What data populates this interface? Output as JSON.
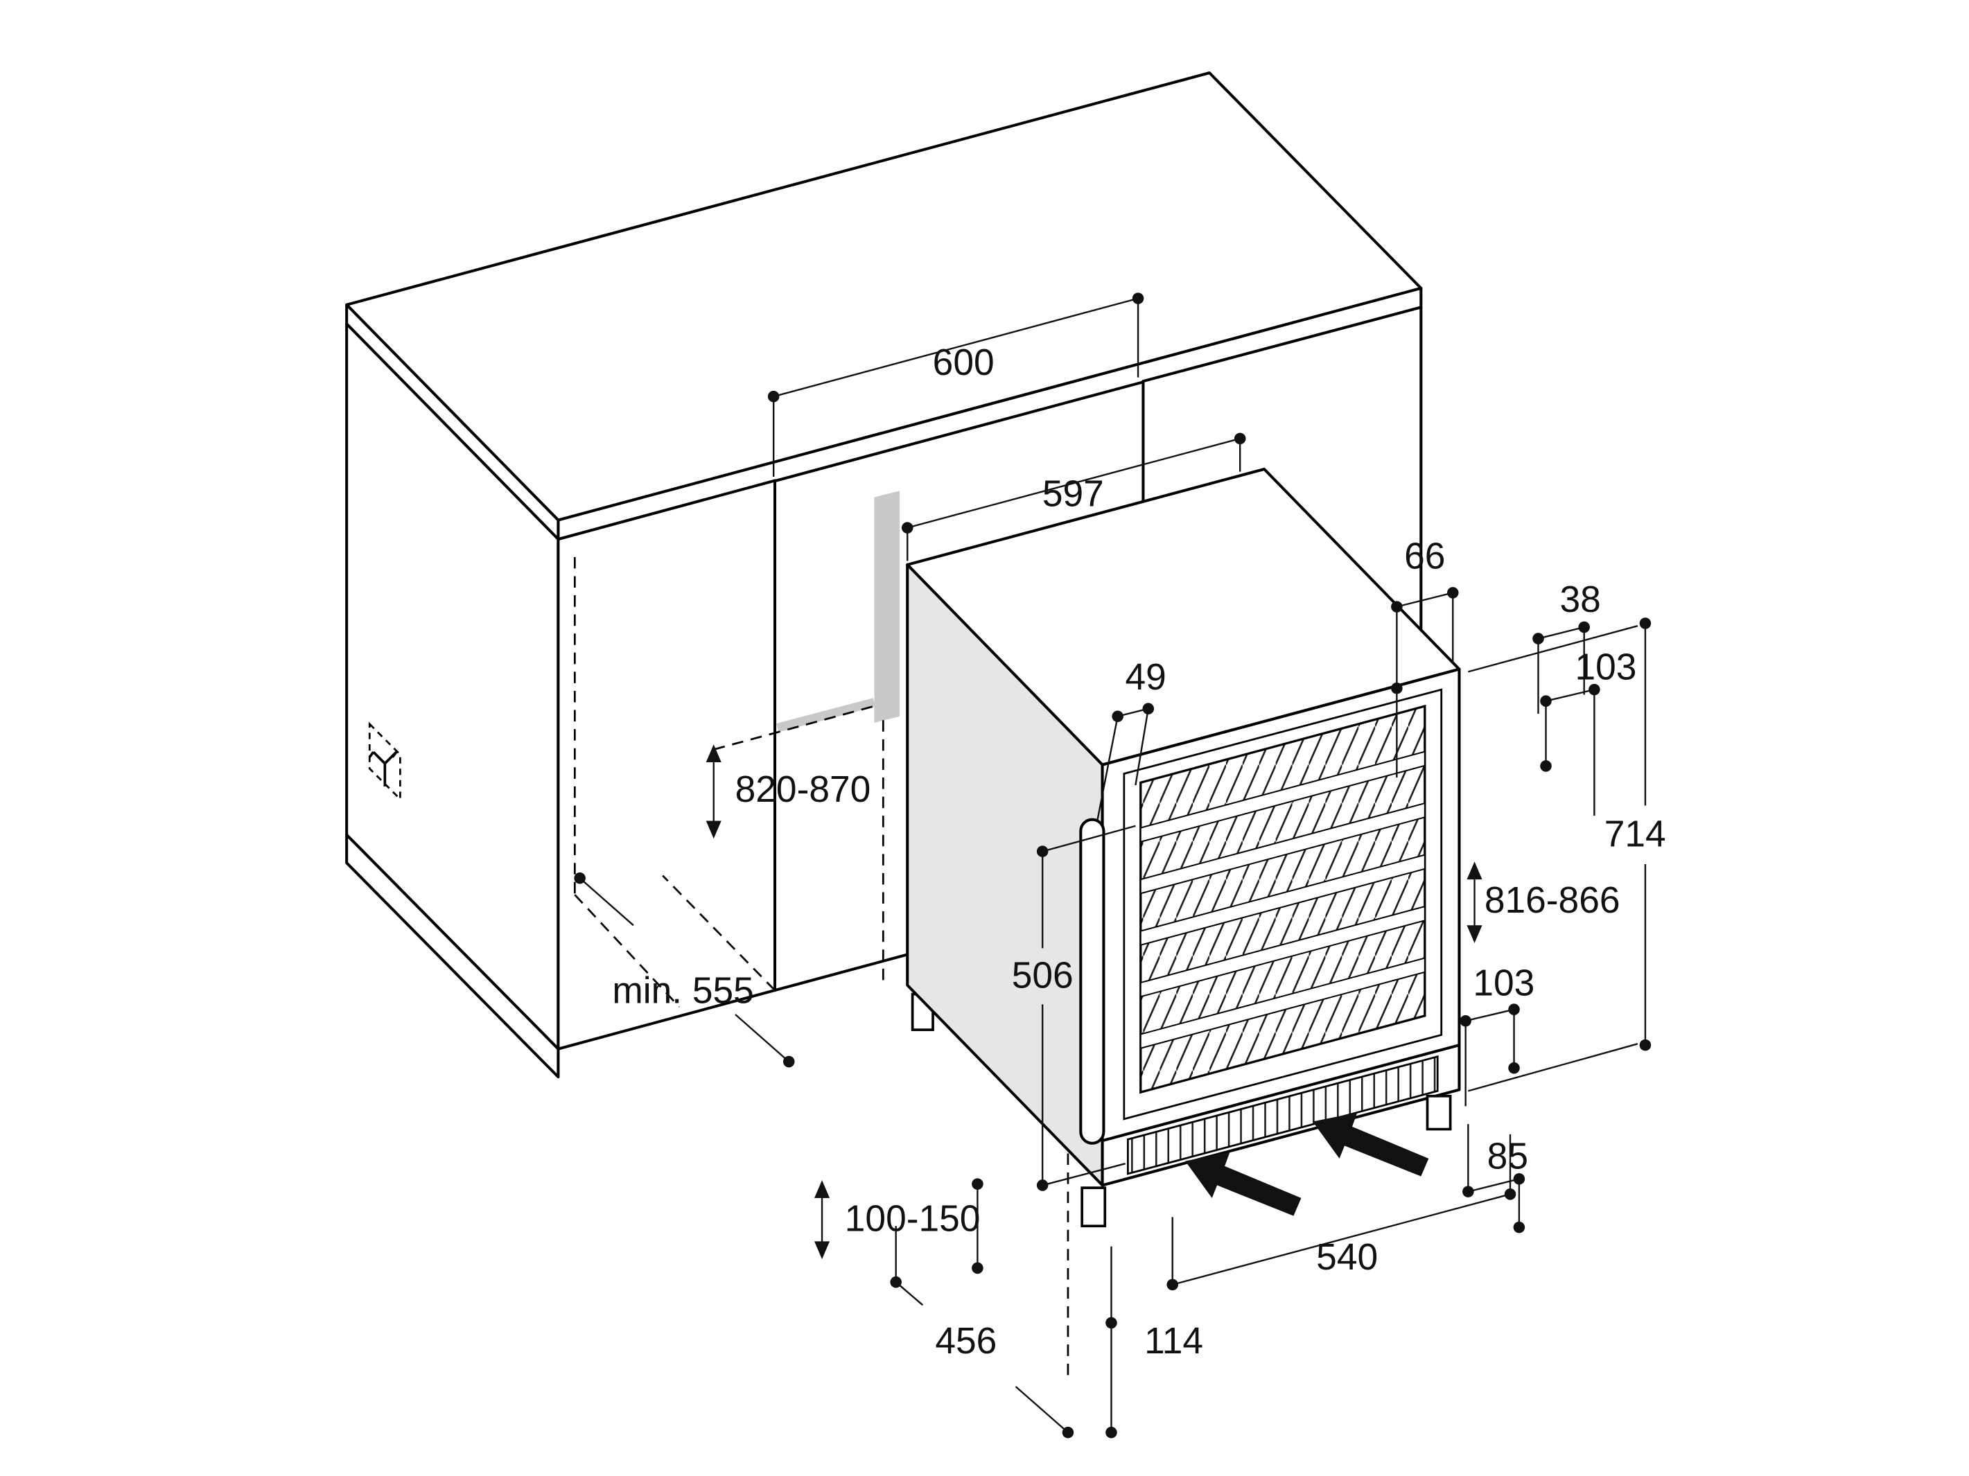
{
  "diagram": {
    "colors": {
      "line": "#000000",
      "dim": "#111111",
      "appliance_side": "#e6e6e6",
      "niche_shadow": "#c9c9c9"
    },
    "dims": {
      "niche_width": "600",
      "appliance_width": "597",
      "top_gap": "66",
      "offset_38": "38",
      "offset_103_top": "103",
      "handle_clearance": "49",
      "side_height": "714",
      "niche_height": "820-870",
      "appliance_height": "816-866",
      "door_height": "506",
      "offset_103_bottom": "103",
      "niche_depth": "min. 555",
      "bottom_gap": "85",
      "plinth_height": "100-150",
      "base_vent_width": "540",
      "base_depth": "456",
      "base_offset": "114"
    }
  }
}
